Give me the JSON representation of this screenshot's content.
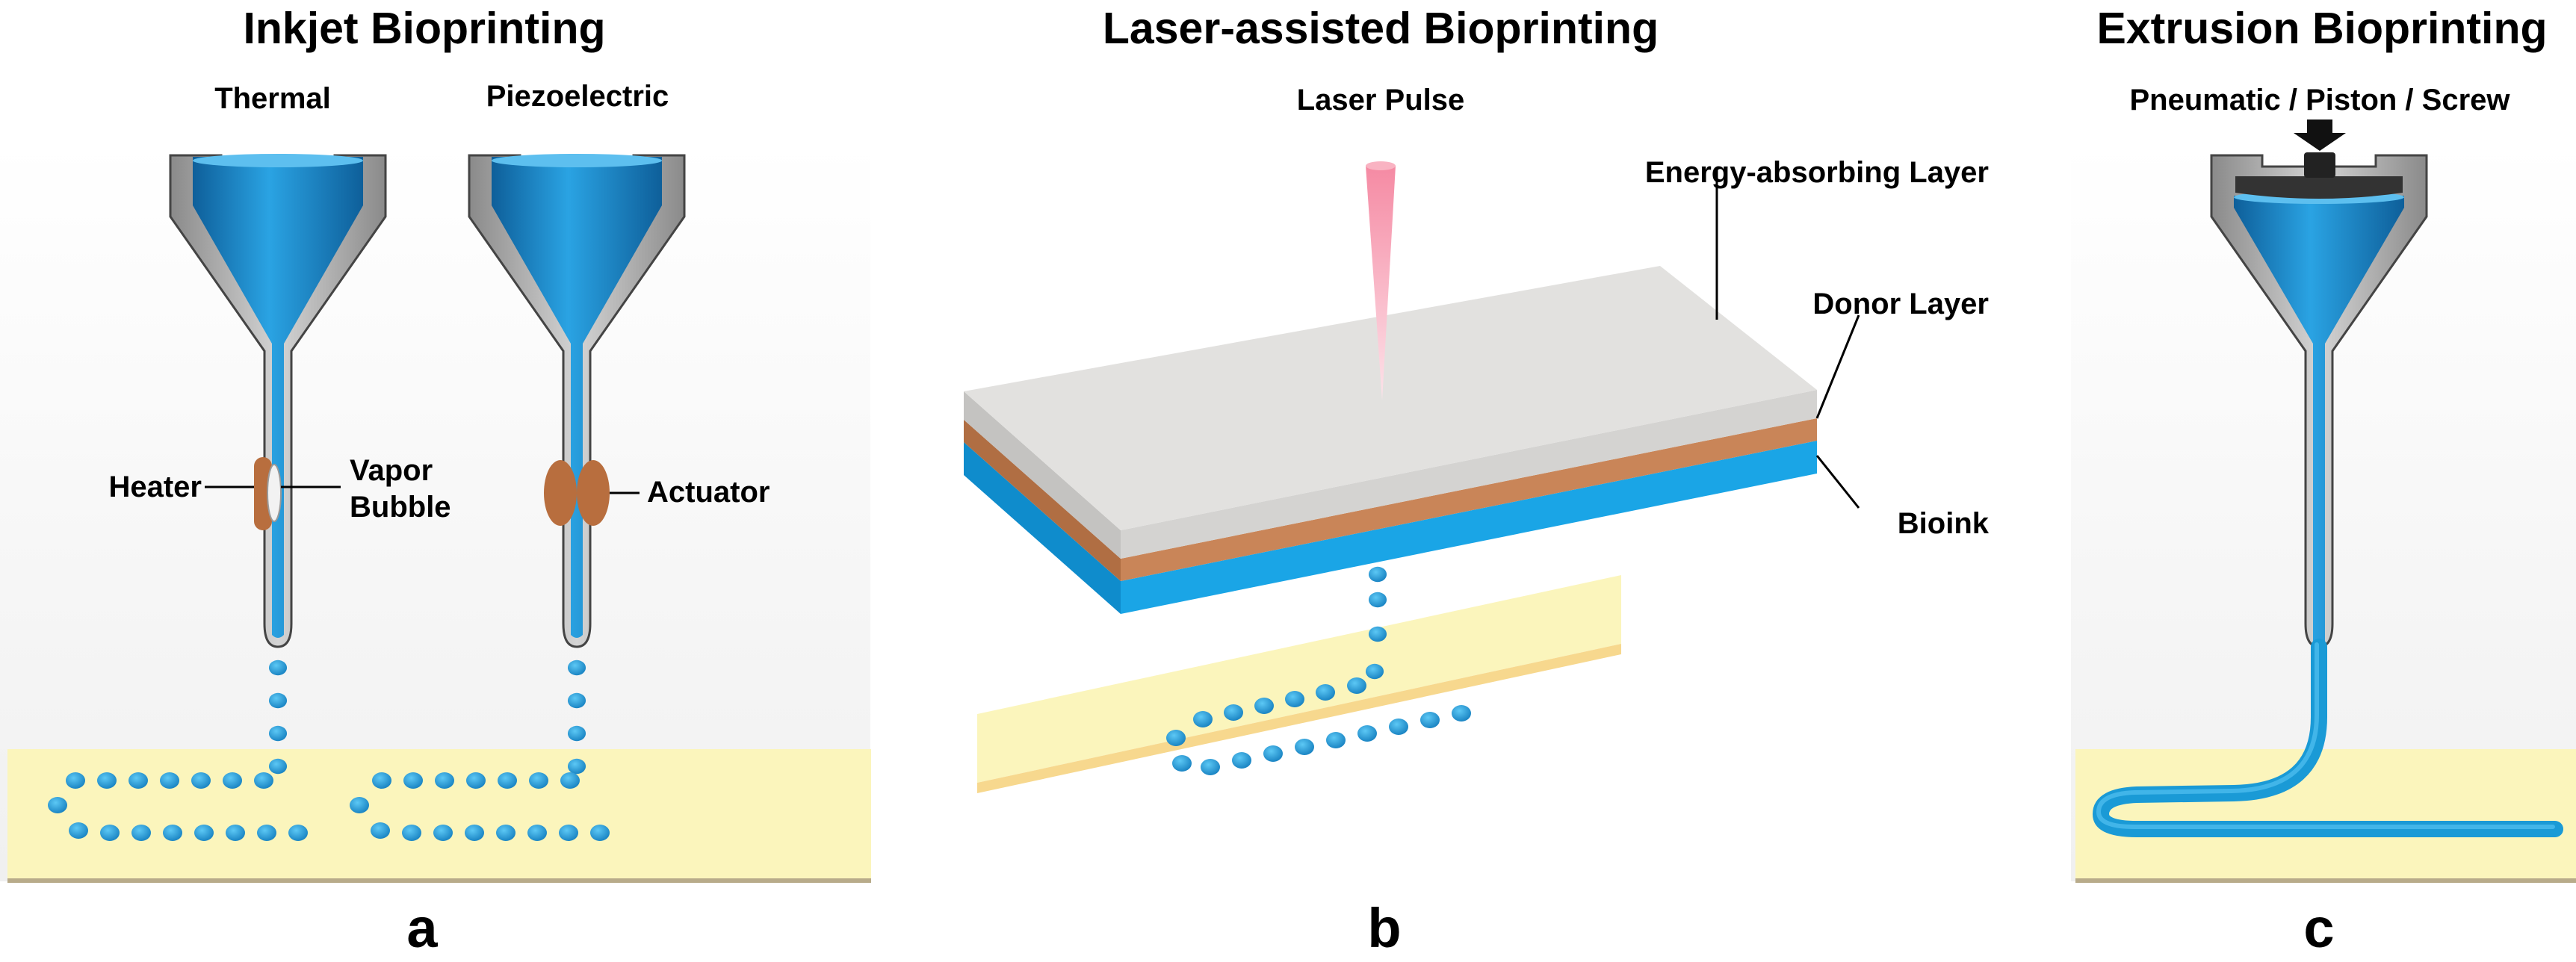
{
  "panels": {
    "a": {
      "title": "Inkjet Bioprinting",
      "letter": "a",
      "subtitles": [
        "Thermal",
        "Piezoelectric"
      ],
      "labels": {
        "heater": "Heater",
        "vapor_1": "Vapor",
        "vapor_2": "Bubble",
        "actuator": "Actuator"
      }
    },
    "b": {
      "title": "Laser-assisted Bioprinting",
      "letter": "b",
      "labels": {
        "laser": "Laser Pulse",
        "energy": "Energy-absorbing Layer",
        "donor": "Donor Layer",
        "bioink": "Bioink"
      }
    },
    "c": {
      "title": "Extrusion Bioprinting",
      "letter": "c",
      "labels": {
        "mechanism": "Pneumatic / Piston / Screw"
      }
    }
  },
  "colors": {
    "bioink": "#1e8fd0",
    "droplet": "#1a9ad6",
    "nozzle_gray": "#a9a9a9",
    "substrate": "#fbf5bc",
    "substrate_edge": "#b8ab8a",
    "energy_layer": "#e2e1df",
    "donor_layer": "#c98558",
    "heater": "#b86e3e",
    "laser": "#f4a2b4",
    "plunger": "#333333"
  }
}
